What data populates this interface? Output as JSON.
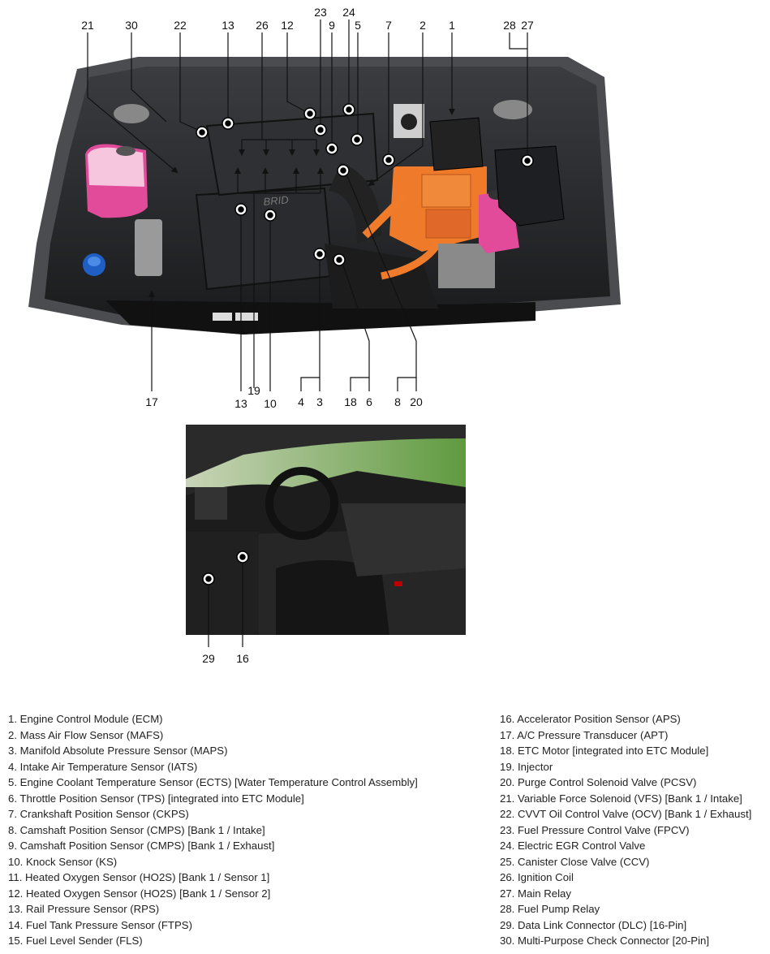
{
  "top_callouts": {
    "c21": "21",
    "c30": "30",
    "c22": "22",
    "c13": "13",
    "c26": "26",
    "c12": "12",
    "c23": "23",
    "c24": "24",
    "c9": "9",
    "c5": "5",
    "c7": "7",
    "c2": "2",
    "c1": "1",
    "c28": "28",
    "c27": "27"
  },
  "bottom_callouts": {
    "c17": "17",
    "c13": "13",
    "c19": "19",
    "c10": "10",
    "c4": "4",
    "c3": "3",
    "c18": "18",
    "c6": "6",
    "c8": "8",
    "c20": "20"
  },
  "interior_callouts": {
    "c29": "29",
    "c16": "16"
  },
  "engine_cover_text": "BRID",
  "legend_left": [
    "1. Engine Control Module (ECM)",
    "2. Mass Air Flow Sensor (MAFS)",
    "3. Manifold Absolute Pressure Sensor (MAPS)",
    "4. Intake Air Temperature Sensor (IATS)",
    "5. Engine Coolant Temperature Sensor (ECTS) [Water Temperature Control Assembly]",
    "6. Throttle Position Sensor (TPS) [integrated into ETC Module]",
    "7. Crankshaft Position Sensor (CKPS)",
    "8. Camshaft Position Sensor (CMPS) [Bank 1 / Intake]",
    "9. Camshaft Position Sensor (CMPS) [Bank 1 / Exhaust]",
    "10. Knock Sensor (KS)",
    "11. Heated Oxygen Sensor (HO2S) [Bank 1 / Sensor 1]",
    "12. Heated Oxygen Sensor (HO2S) [Bank 1 / Sensor 2]",
    "13. Rail Pressure Sensor (RPS)",
    "14. Fuel Tank Pressure Sensor (FTPS)",
    "15. Fuel Level Sender (FLS)"
  ],
  "legend_right": [
    "16. Accelerator Position Sensor (APS)",
    "17. A/C Pressure Transducer (APT)",
    "18. ETC Motor [integrated into ETC Module]",
    "19. Injector",
    "20. Purge Control Solenoid Valve (PCSV)",
    "21. Variable Force Solenoid (VFS) [Bank 1 / Intake]",
    "22. CVVT Oil Control Valve (OCV) [Bank 1 / Exhaust]",
    "23. Fuel Pressure Control Valve (FPCV)",
    "24. Electric EGR Control Valve",
    "25. Canister Close Valve (CCV)",
    "26. Ignition Coil",
    "27. Main Relay",
    "28. Fuel Pump Relay",
    "29. Data Link Connector (DLC) [16-Pin]",
    "30. Multi-Purpose Check Connector [20-Pin]"
  ]
}
